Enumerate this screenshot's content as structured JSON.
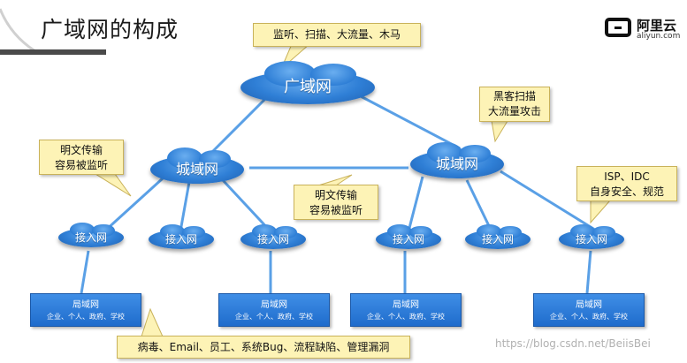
{
  "title": "广域网的构成",
  "logo": {
    "name_cn": "阿里云",
    "name_en": "aliyun.com"
  },
  "nodes": {
    "wan": "广域网",
    "man_left": "城域网",
    "man_right": "城域网",
    "access": [
      "接入网",
      "接入网",
      "接入网",
      "接入网",
      "接入网",
      "接入网"
    ],
    "lan_title": "局域网",
    "lan_sub": "企业、个人、政府、学校"
  },
  "callouts": {
    "top": "监听、扫描、大流量、木马",
    "hacker": [
      "黑客扫描",
      "大流量攻击"
    ],
    "left": [
      "明文传输",
      "容易被监听"
    ],
    "middle": [
      "明文传输",
      "容易被监听"
    ],
    "isp": [
      "ISP、IDC",
      "自身安全、规范"
    ],
    "bottom": "病毒、Email、员工、系统Bug、流程缺陷、管理漏洞"
  },
  "watermark": "https://blog.csdn.net/BeiisBei",
  "colors": {
    "cloud": "#2f7fd6",
    "callout": "#fdf3b6",
    "line": "#5aa0e6",
    "lan": "#1f6ccc"
  }
}
